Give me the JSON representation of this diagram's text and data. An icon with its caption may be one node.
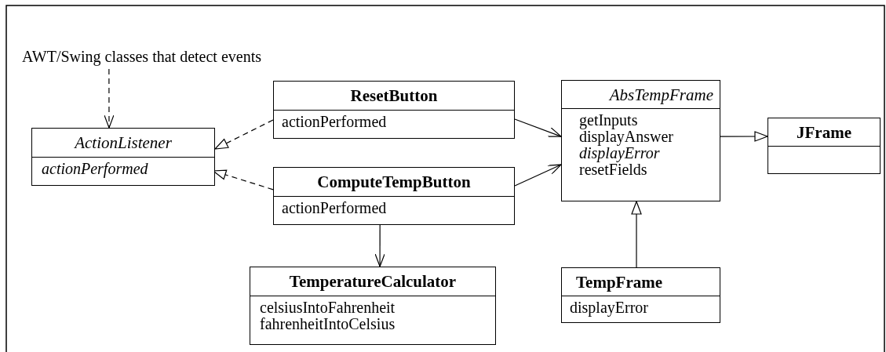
{
  "diagram": {
    "nodes": [
      {
        "text": [
          "AWT/Swing classes that detect events"
        ]
      },
      {
        "text": [
          "ActionListener",
          "actionPerformed"
        ]
      },
      {
        "text": [
          "ResetButton",
          "actionPerformed"
        ]
      },
      {
        "text": [
          "ComputeTempButton",
          "actionPerformed"
        ]
      },
      {
        "text": [
          "AbsTempFrame",
          "getInputs",
          "displayAnswer",
          "displayError",
          "resetFields"
        ]
      },
      {
        "text": [
          "JFrame"
        ]
      },
      {
        "text": [
          "TemperatureCalculator",
          "celsiusIntoFahrenheit",
          "fahrenheitIntoCelsius"
        ]
      },
      {
        "text": [
          "TempFrame",
          "displayError"
        ]
      }
    ],
    "edges": [
      {
        "from": 0,
        "to": 1,
        "arrow": "to",
        "style": "dashed"
      },
      {
        "from": 2,
        "to": 1,
        "arrow": "to",
        "style": "dashed"
      },
      {
        "from": 3,
        "to": 1,
        "arrow": "to",
        "style": "dashed"
      },
      {
        "from": 2,
        "to": 4,
        "arrow": "to"
      },
      {
        "from": 3,
        "to": 4,
        "arrow": "to"
      },
      {
        "from": 4,
        "to": 5,
        "arrow": "to"
      },
      {
        "from": 3,
        "to": 6,
        "arrow": "to"
      },
      {
        "from": 7,
        "to": 4,
        "arrow": "to"
      }
    ]
  }
}
